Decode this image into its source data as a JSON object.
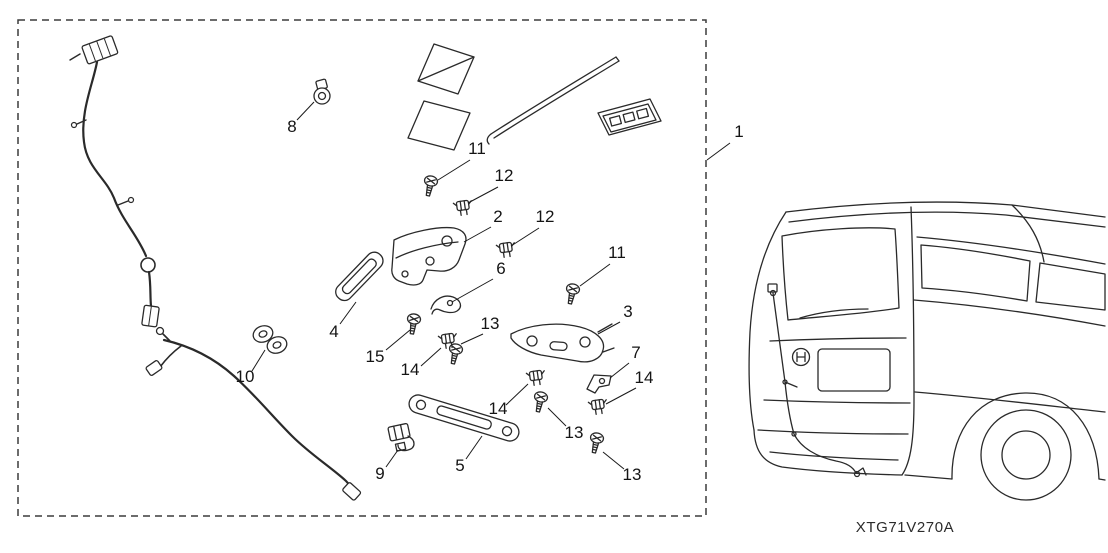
{
  "part_code": "XTG71V270A",
  "colors": {
    "line": "#2a2a2a",
    "background": "#ffffff",
    "text": "#141414"
  },
  "callouts": [
    {
      "ref": "kit-boundary",
      "label": "1"
    },
    {
      "ref": "band-clip-8",
      "label": "8"
    },
    {
      "ref": "screw-11-a",
      "label": "11"
    },
    {
      "ref": "clip-12-a",
      "label": "12"
    },
    {
      "ref": "bracket-2",
      "label": "2"
    },
    {
      "ref": "clip-12-b",
      "label": "12"
    },
    {
      "ref": "hook-6",
      "label": "6"
    },
    {
      "ref": "screw-11-b",
      "label": "11"
    },
    {
      "ref": "bracket-3",
      "label": "3"
    },
    {
      "ref": "strip-4",
      "label": "4"
    },
    {
      "ref": "screw-13-a",
      "label": "13"
    },
    {
      "ref": "screw-15",
      "label": "15"
    },
    {
      "ref": "clip-14-a",
      "label": "14"
    },
    {
      "ref": "bracket-7",
      "label": "7"
    },
    {
      "ref": "clip-14-b",
      "label": "14"
    },
    {
      "ref": "clip-14-c",
      "label": "14"
    },
    {
      "ref": "screw-13-b",
      "label": "13"
    },
    {
      "ref": "grommets-10",
      "label": "10"
    },
    {
      "ref": "connector-9",
      "label": "9"
    },
    {
      "ref": "stay-5",
      "label": "5"
    },
    {
      "ref": "screw-13-c",
      "label": "13"
    }
  ]
}
